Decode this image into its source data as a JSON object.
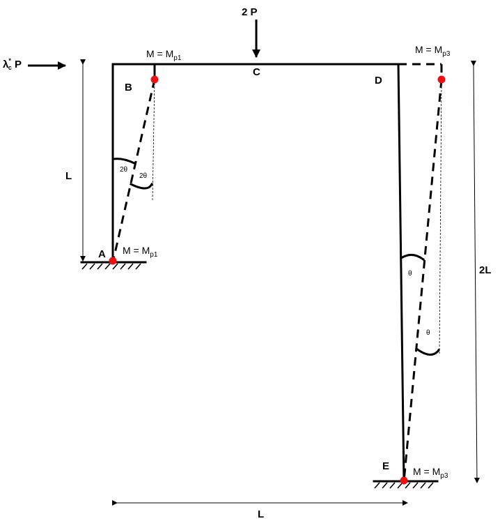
{
  "loads": {
    "vertical": "2 P",
    "horizontal_main": "λ",
    "horizontal_sup": "*",
    "horizontal_sub": "c",
    "horizontal_tail": " P"
  },
  "nodes": {
    "A": "A",
    "B": "B",
    "C": "C",
    "D": "D",
    "E": "E"
  },
  "moments": {
    "prefix": "M = M",
    "top_left_sub": "p1",
    "base_left_sub": "p1",
    "top_right_sub": "p3",
    "base_right_sub": "p3"
  },
  "dimensions": {
    "left_height": "L",
    "right_height": "2L",
    "span": "L"
  },
  "angles": {
    "left_1": "2θ",
    "left_2": "2θ",
    "right_1": "θ",
    "right_2": "θ"
  },
  "colors": {
    "frame": "#000000",
    "hinge": "#ee1111"
  }
}
